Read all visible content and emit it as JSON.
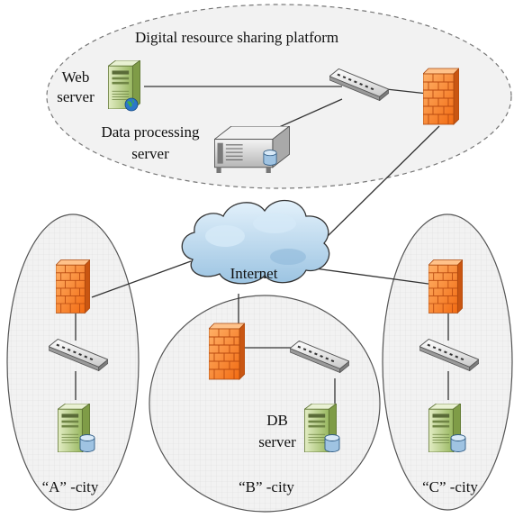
{
  "platform": {
    "title": "Digital resource sharing platform"
  },
  "nodes": {
    "web_server": {
      "label_line1": "Web",
      "label_line2": "server"
    },
    "data_server": {
      "label_line1": "Data processing",
      "label_line2": "server"
    },
    "internet": {
      "label": "Internet"
    },
    "db_server_b": {
      "label_line1": "DB",
      "label_line2": "server"
    }
  },
  "cities": {
    "a": {
      "label": "“A” -city"
    },
    "b": {
      "label": "“B” -city"
    },
    "c": {
      "label": "“C” -city"
    }
  },
  "icons": [
    "server-icon",
    "rack-server-icon",
    "switch-icon",
    "firewall-icon",
    "cloud-icon",
    "database-icon",
    "globe-icon"
  ],
  "colors": {
    "firewall": "#ff8a2a",
    "firewall_mortar": "#b94a10",
    "server_body": "#b9cf86",
    "cloud": "#b9d7ec",
    "ellipse_fill": "#efefef",
    "ellipse_stroke": "#555555"
  }
}
